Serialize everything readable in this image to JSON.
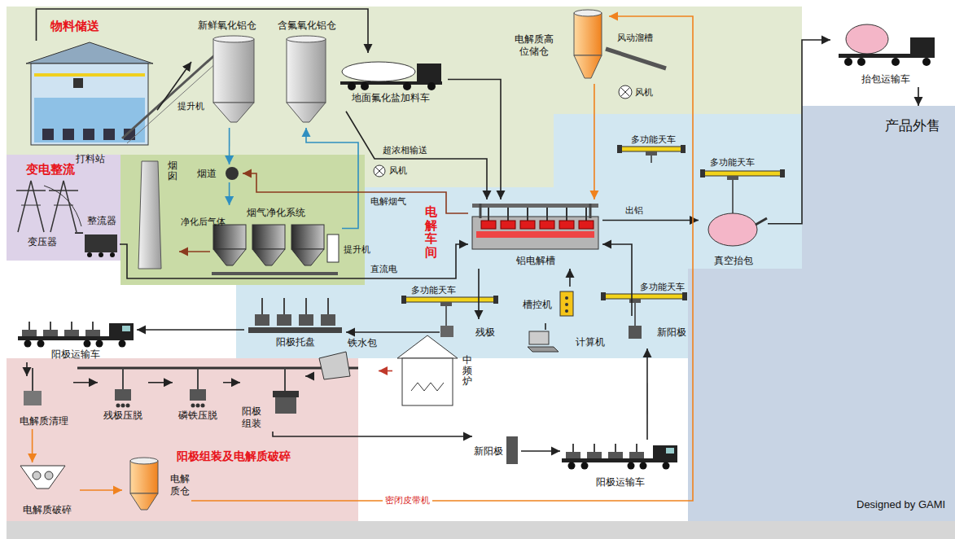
{
  "diagram": {
    "nodes": [
      {
        "text": [
          "物料储送"
        ]
      },
      {
        "text": [
          "打料站"
        ],
        "in": 0
      },
      {
        "text": [
          "新鲜氧化铝仓"
        ],
        "in": 0
      },
      {
        "text": [
          "含氟氧化铝仓"
        ],
        "in": 0
      },
      {
        "text": [
          "地面氟化盐加料车"
        ],
        "in": 0
      },
      {
        "text": [
          "电解质高位储仓"
        ],
        "in": 0
      },
      {
        "text": [
          "抬包运输车"
        ]
      },
      {
        "text": [
          "变电整流"
        ]
      },
      {
        "text": [
          "变压器"
        ],
        "in": 7
      },
      {
        "text": [
          "整流器"
        ],
        "in": 7
      },
      {
        "text": [
          "烟囱"
        ]
      },
      {
        "text": [
          "烟道"
        ]
      },
      {
        "text": [
          "烟气净化系统"
        ]
      },
      {
        "text": [
          "电解车间"
        ]
      },
      {
        "text": [
          "铝电解槽"
        ],
        "in": 13
      },
      {
        "text": [
          "真空抬包"
        ],
        "in": 13
      },
      {
        "text": [
          "阳极托盘"
        ],
        "in": 13
      },
      {
        "text": [
          "残极"
        ],
        "in": 13
      },
      {
        "text": [
          "槽控机"
        ],
        "in": 13
      },
      {
        "text": [
          "新阳极"
        ],
        "in": 13
      },
      {
        "text": [
          "计算机"
        ],
        "in": 13
      },
      {
        "text": [
          "产品外售"
        ]
      },
      {
        "text": [
          "阳极运输车"
        ]
      },
      {
        "text": [
          "阳极组装及电解质破碎"
        ]
      },
      {
        "text": [
          "电解质清理"
        ],
        "in": 23
      },
      {
        "text": [
          "残极压脱"
        ],
        "in": 23
      },
      {
        "text": [
          "磷铁压脱"
        ],
        "in": 23
      },
      {
        "text": [
          "阳极组装"
        ],
        "in": 23
      },
      {
        "text": [
          "铁水包"
        ],
        "in": 23
      },
      {
        "text": [
          "中频炉"
        ]
      },
      {
        "text": [
          "新阳极"
        ]
      },
      {
        "text": [
          "阳极运输车"
        ]
      },
      {
        "text": [
          "电解质破碎"
        ],
        "in": 23
      },
      {
        "text": [
          "电解质仓"
        ],
        "in": 23
      }
    ],
    "edges": [
      {
        "from": 1,
        "to": 2,
        "arrow": "to"
      },
      {
        "from": 1,
        "to": 4,
        "arrow": "to"
      },
      {
        "from": 4,
        "to": 14,
        "arrow": "to"
      },
      {
        "from": 2,
        "to": 11,
        "arrow": "to"
      },
      {
        "from": 11,
        "to": 12,
        "arrow": "to"
      },
      {
        "from": 12,
        "to": 3,
        "arrow": "to"
      },
      {
        "from": 3,
        "to": 14,
        "label": "超浓相输送",
        "arrow": "to"
      },
      {
        "from": 14,
        "to": 11,
        "label": "电解烟气",
        "arrow": "to"
      },
      {
        "from": 12,
        "to": 10,
        "label": "净化后气体",
        "arrow": "to"
      },
      {
        "from": 8,
        "to": 9,
        "arrow": "none"
      },
      {
        "from": 9,
        "to": 14,
        "label": "直流电",
        "arrow": "to"
      },
      {
        "from": 5,
        "to": 14,
        "arrow": "to"
      },
      {
        "from": 14,
        "to": 15,
        "label": "出铝",
        "arrow": "to"
      },
      {
        "from": 15,
        "to": 6,
        "arrow": "to"
      },
      {
        "from": 6,
        "to": 21,
        "arrow": "to"
      },
      {
        "from": 14,
        "to": 17,
        "arrow": "to"
      },
      {
        "from": 17,
        "to": 16,
        "arrow": "to"
      },
      {
        "from": 16,
        "to": 22,
        "arrow": "to"
      },
      {
        "from": 22,
        "to": 24,
        "arrow": "to"
      },
      {
        "from": 24,
        "to": 25,
        "arrow": "to"
      },
      {
        "from": 25,
        "to": 26,
        "arrow": "to"
      },
      {
        "from": 26,
        "to": 27,
        "arrow": "to"
      },
      {
        "from": 29,
        "to": 28,
        "arrow": "to"
      },
      {
        "from": 28,
        "to": 27,
        "arrow": "to"
      },
      {
        "from": 27,
        "to": 30,
        "arrow": "to"
      },
      {
        "from": 30,
        "to": 31,
        "arrow": "to"
      },
      {
        "from": 31,
        "to": 19,
        "arrow": "to"
      },
      {
        "from": 19,
        "to": 14,
        "arrow": "to"
      },
      {
        "from": 18,
        "to": 14,
        "arrow": "to"
      },
      {
        "from": 20,
        "to": 18,
        "arrow": "none"
      },
      {
        "from": 24,
        "to": 32,
        "arrow": "to"
      },
      {
        "from": 32,
        "to": 33,
        "arrow": "to"
      },
      {
        "from": 33,
        "to": 5,
        "label": "密闭皮带机",
        "arrow": "to"
      }
    ],
    "labels": [
      "提升机",
      "风机",
      "风动溜槽",
      "风机",
      "多功能天车",
      "多功能天车",
      "提升机",
      "多功能天车",
      "多功能天车",
      "Designed by GAMI"
    ]
  }
}
